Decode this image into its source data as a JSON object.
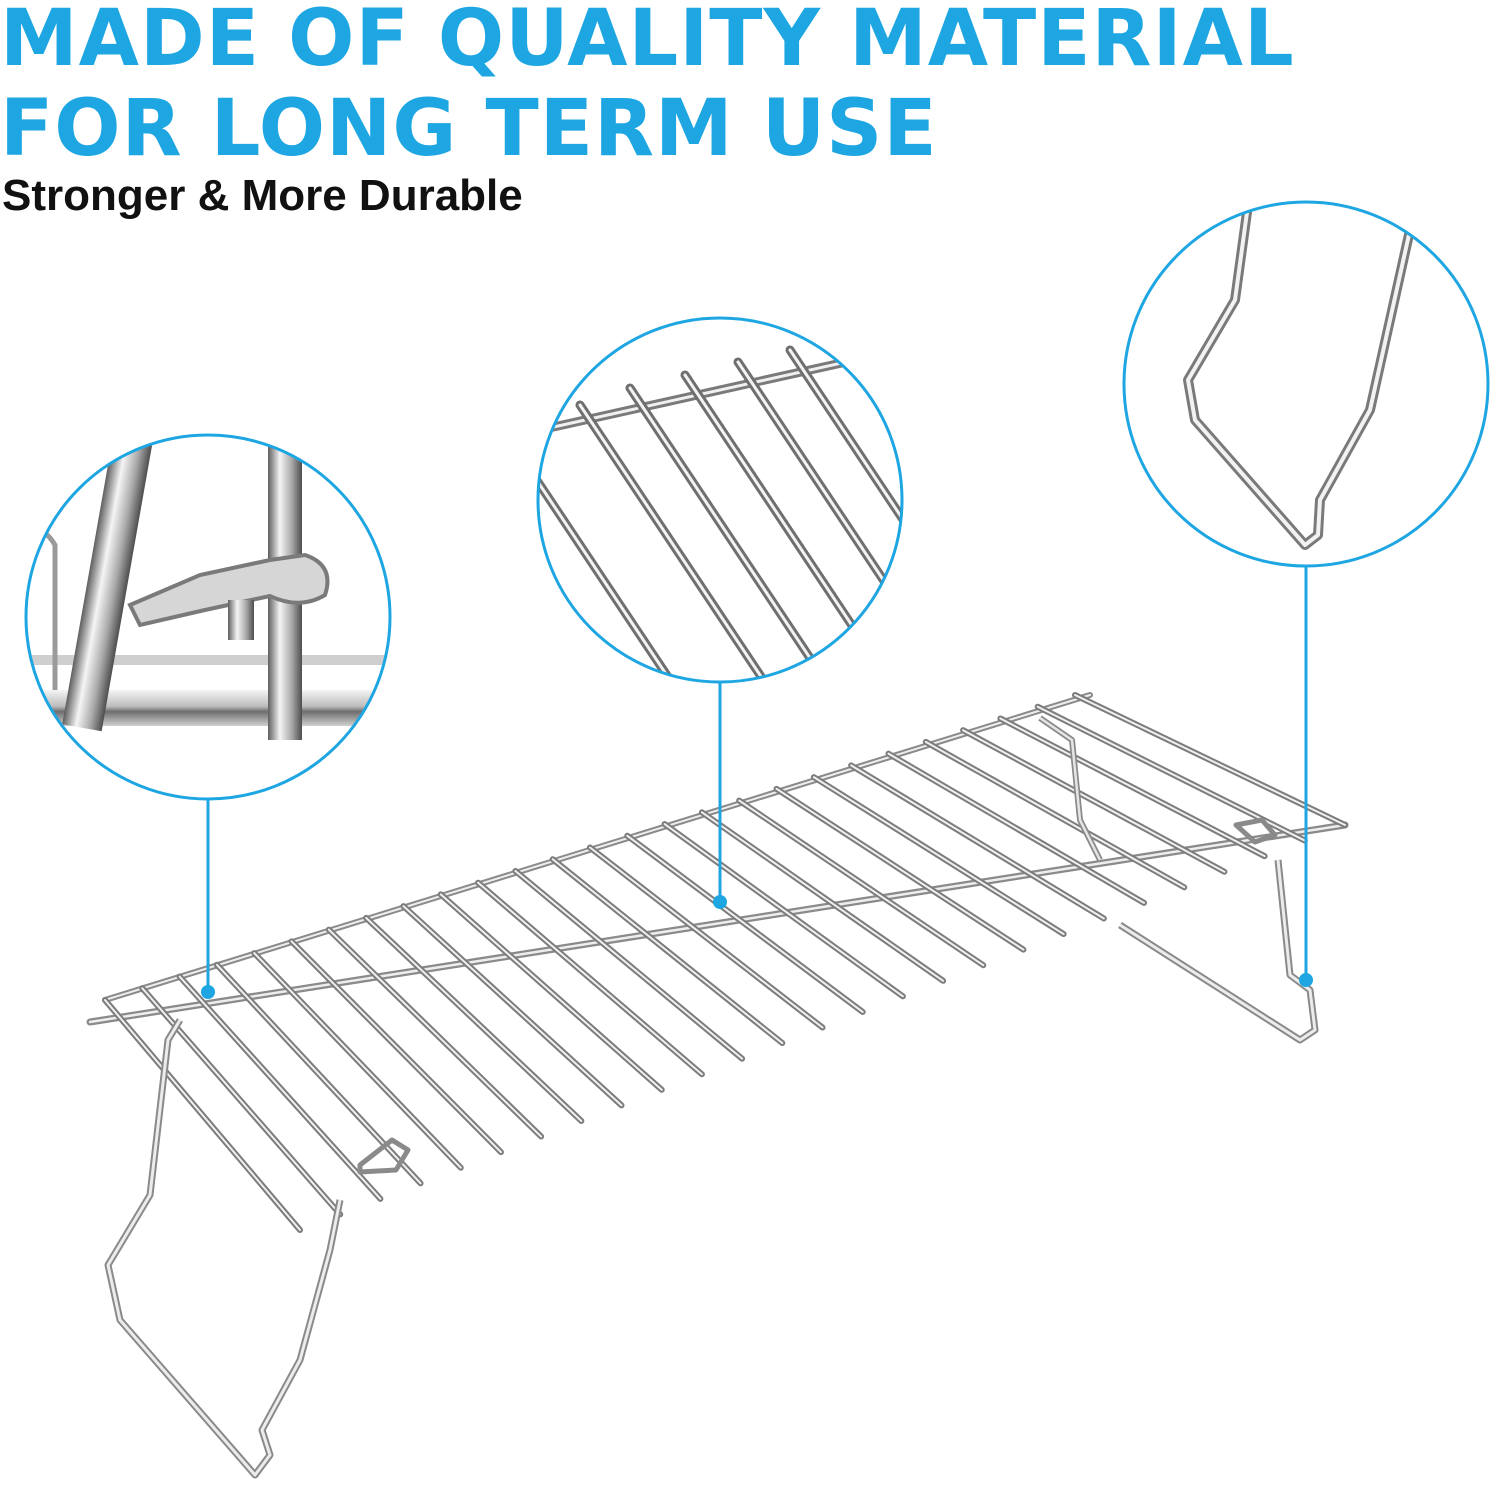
{
  "headline": {
    "line1": "MADE OF QUALITY MATERIAL",
    "line2": "FOR LONG TERM USE"
  },
  "subheadline": "Stronger & More Durable",
  "colors": {
    "accent": "#1ea6e2",
    "text": "#111111",
    "background": "#ffffff",
    "steel_light": "#f2f2f2",
    "steel_dark": "#5a5a5a"
  },
  "product": {
    "kind": "warming-rack",
    "callouts": [
      "hinge-joint-closeup",
      "grid-rods-closeup",
      "folding-leg-closeup"
    ]
  }
}
